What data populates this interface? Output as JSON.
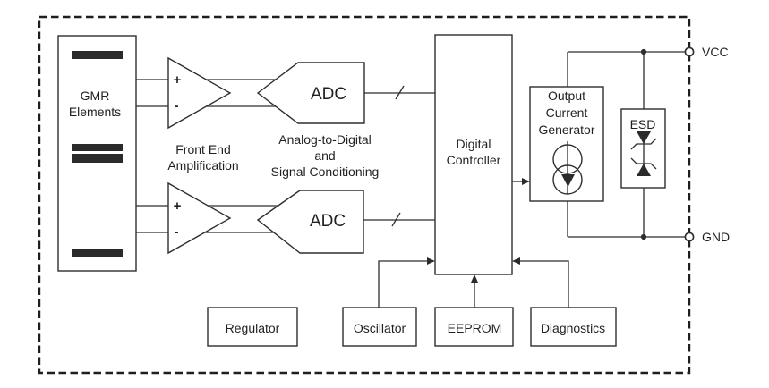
{
  "colors": {
    "stroke": "#2e2e2e",
    "text": "#231f20",
    "bar_fill": "#2b2b2b",
    "background": "#ffffff"
  },
  "terminals": {
    "vcc_label": "VCC",
    "gnd_label": "GND"
  },
  "blocks": {
    "gmr_elements": {
      "lines": [
        "GMR",
        "Elements"
      ]
    },
    "front_end": {
      "lines": [
        "Front End",
        "Amplification"
      ]
    },
    "adc_top": {
      "label": "ADC"
    },
    "adc_bottom": {
      "label": "ADC"
    },
    "adc_caption": {
      "lines": [
        "Analog-to-Digital",
        "and",
        "Signal Conditioning"
      ]
    },
    "digital_controller": {
      "lines": [
        "Digital",
        "Controller"
      ]
    },
    "output_current_generator": {
      "lines": [
        "Output",
        "Current",
        "Generator"
      ]
    },
    "esd": {
      "label": "ESD"
    },
    "regulator": {
      "label": "Regulator"
    },
    "oscillator": {
      "label": "Oscillator"
    },
    "eeprom": {
      "label": "EEPROM"
    },
    "diagnostics": {
      "label": "Diagnostics"
    }
  },
  "amplifiers": {
    "top": {
      "plus_label": "+",
      "minus_label": "-"
    },
    "bottom": {
      "plus_label": "+",
      "minus_label": "-"
    }
  }
}
